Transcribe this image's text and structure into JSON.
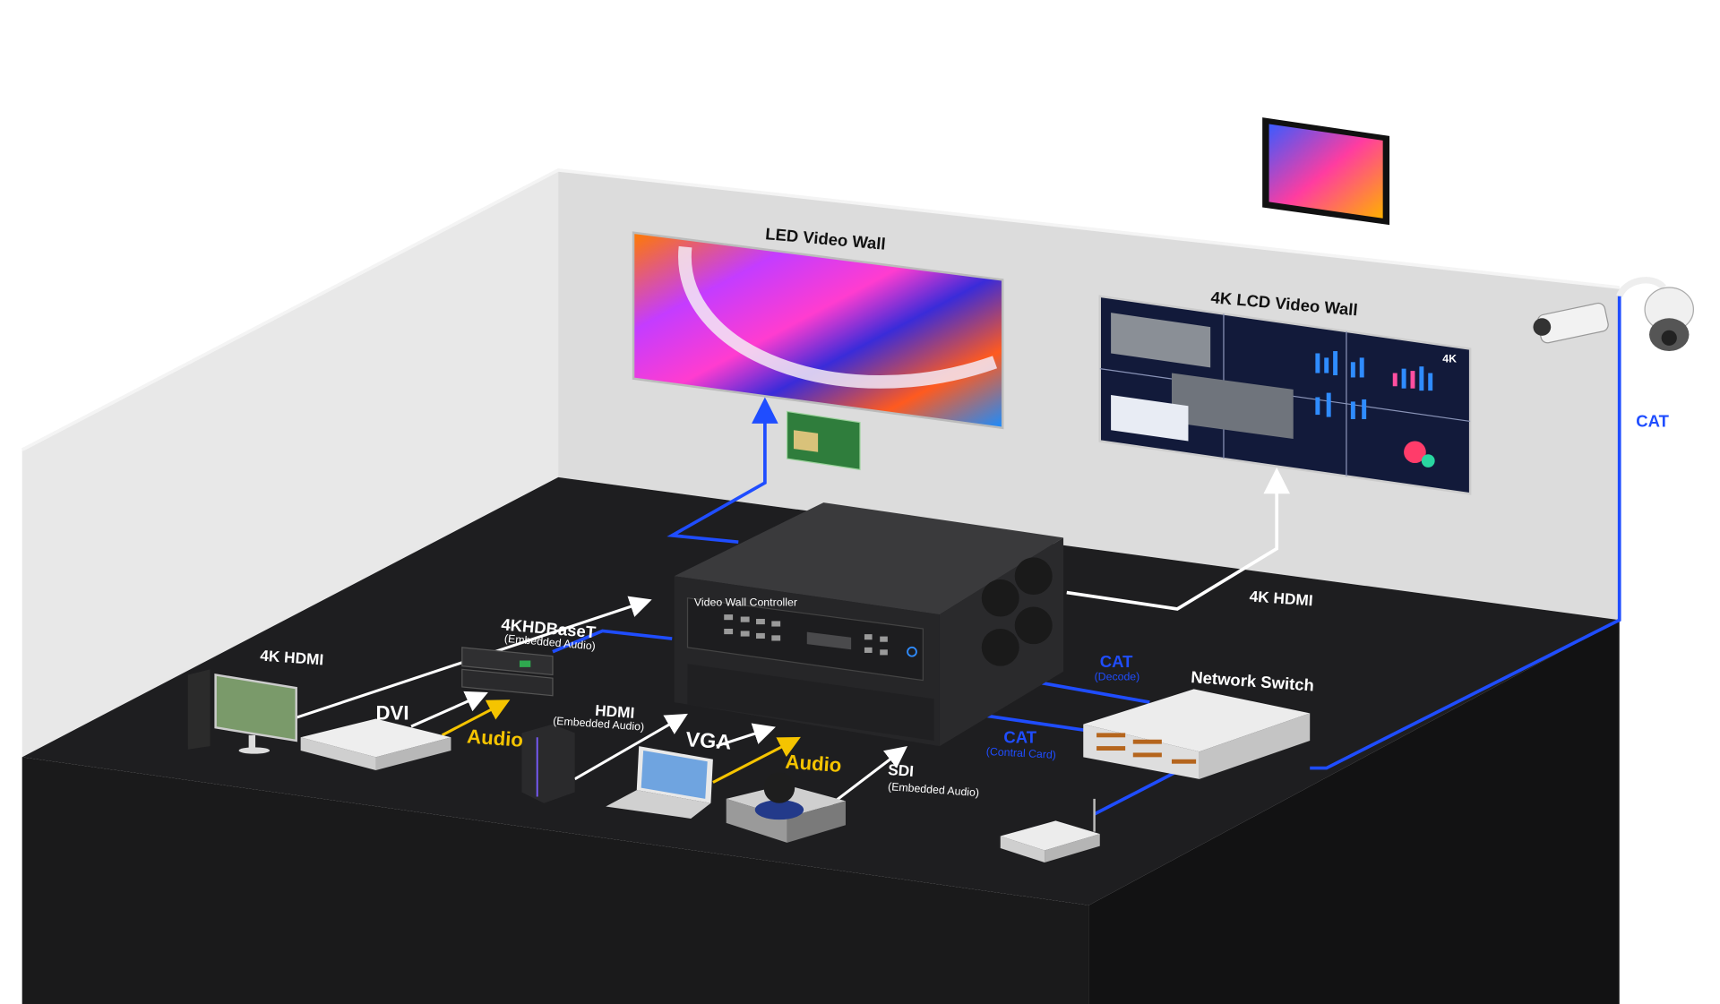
{
  "title": "Video Wall Controller System Diagram",
  "colors": {
    "blue_cable": "#1f4dff",
    "audio": "#f5c400",
    "floor": "#1e1e20",
    "wall": "#dedede"
  },
  "displays": {
    "led_wall": "LED Video Wall",
    "lcd_wall": "4K LCD Video Wall",
    "lcd_badge": "4K"
  },
  "connections": {
    "cat_camera": "CAT",
    "hdmi_4k_input": "4K HDMI",
    "hdmi_4k_output": "4K HDMI",
    "hdbaset": "4KHDBaseT",
    "hdbaset_sub": "(Embedded Audio)",
    "dvi": "DVI",
    "audio_1": "Audio",
    "hdmi": "HDMI",
    "hdmi_sub": "(Embedded Audio)",
    "vga": "VGA",
    "audio_2": "Audio",
    "sdi": "SDI",
    "sdi_sub": "(Embedded Audio)",
    "cat_decode": "CAT",
    "cat_decode_sub": "(Decode)",
    "cat_control": "CAT",
    "cat_control_sub": "(Contral Card)"
  },
  "devices": {
    "network_switch": "Network Switch",
    "controller_panel": "Video Wall Controller"
  }
}
